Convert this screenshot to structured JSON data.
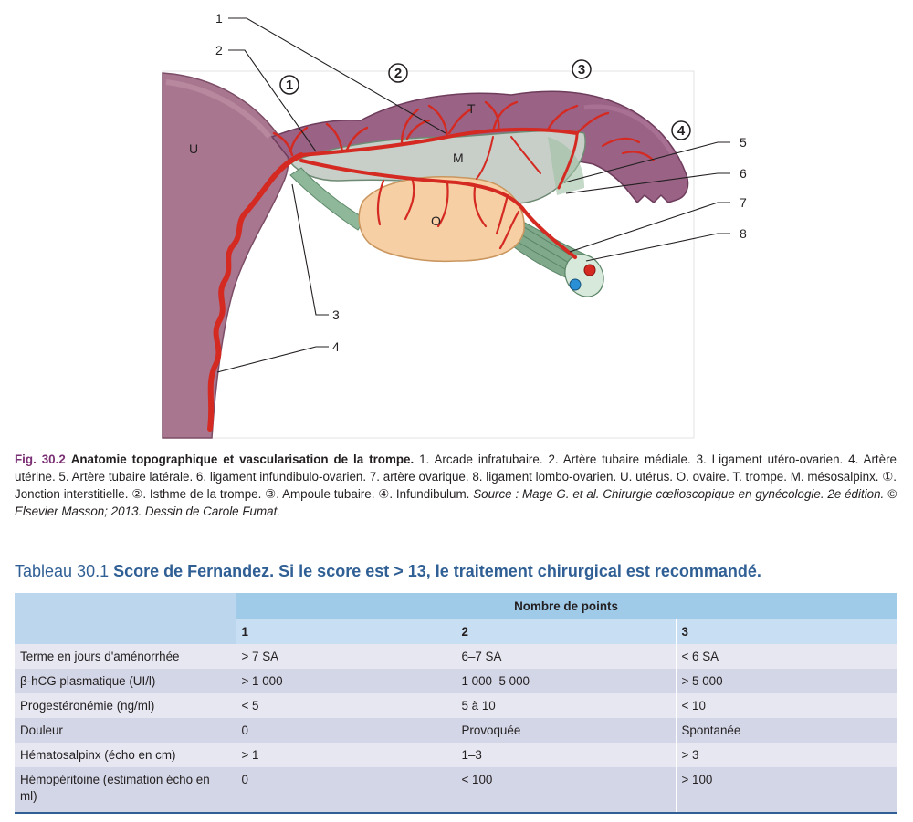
{
  "figure": {
    "number_labels": [
      "1",
      "2",
      "3",
      "4",
      "5",
      "6",
      "7",
      "8"
    ],
    "circled_labels": [
      "1",
      "2",
      "3",
      "4"
    ],
    "letter_labels": {
      "uterus": "U",
      "tube": "T",
      "mesosalpinx": "M",
      "ovary": "O"
    },
    "colors": {
      "uterus": "#a8768f",
      "tube": "#9a6285",
      "mesosalpinx": "#c7cfc8",
      "ovary": "#f6cfa4",
      "artery": "#d42a22",
      "ligament": "#7fa98a"
    }
  },
  "caption": {
    "fig_number": "Fig. 30.2",
    "title": "Anatomie topographique et vascularisation de la trompe.",
    "body": "1. Arcade infratubaire. 2. Artère tubaire médiale. 3. Ligament utéro-ovarien. 4. Artère utérine. 5. Artère tubaire latérale. 6. ligament infundibulo-ovarien. 7. artère ovarique. 8. ligament lombo-ovarien. U. utérus. O. ovaire. T. trompe. M. mésosalpinx. ①. Jonction interstitielle. ②. Isthme de la trompe. ③. Ampoule tubaire. ④. Infundibulum.",
    "source_label": "Source :",
    "source": "Mage G. et al. Chirurgie cœlioscopique en gynécologie. 2e édition. © Elsevier Masson; 2013. Dessin de Carole Fumat."
  },
  "table": {
    "number": "Tableau 30.1",
    "title": "Score de Fernandez. Si le score est > 13, le traitement chirurgical est recommandé.",
    "group_header": "Nombre de points",
    "columns": [
      "1",
      "2",
      "3"
    ],
    "rows": [
      {
        "label": "Terme en jours d'aménorrhée",
        "c1": "> 7 SA",
        "c2": "6–7 SA",
        "c3": "< 6 SA"
      },
      {
        "label": "β-hCG plasmatique (UI/l)",
        "c1": "> 1 000",
        "c2": "1 000–5 000",
        "c3": "> 5 000"
      },
      {
        "label": "Progestéronémie (ng/ml)",
        "c1": "< 5",
        "c2": "5 à 10",
        "c3": "< 10"
      },
      {
        "label": "Douleur",
        "c1": "0",
        "c2": "Provoquée",
        "c3": "Spontanée"
      },
      {
        "label": "Hématosalpinx (écho en cm)",
        "c1": "> 1",
        "c2": "1–3",
        "c3": "> 3"
      },
      {
        "label": "Hémopéritoine (estimation écho en ml)",
        "c1": "0",
        "c2": "< 100",
        "c3": "> 100"
      }
    ]
  }
}
